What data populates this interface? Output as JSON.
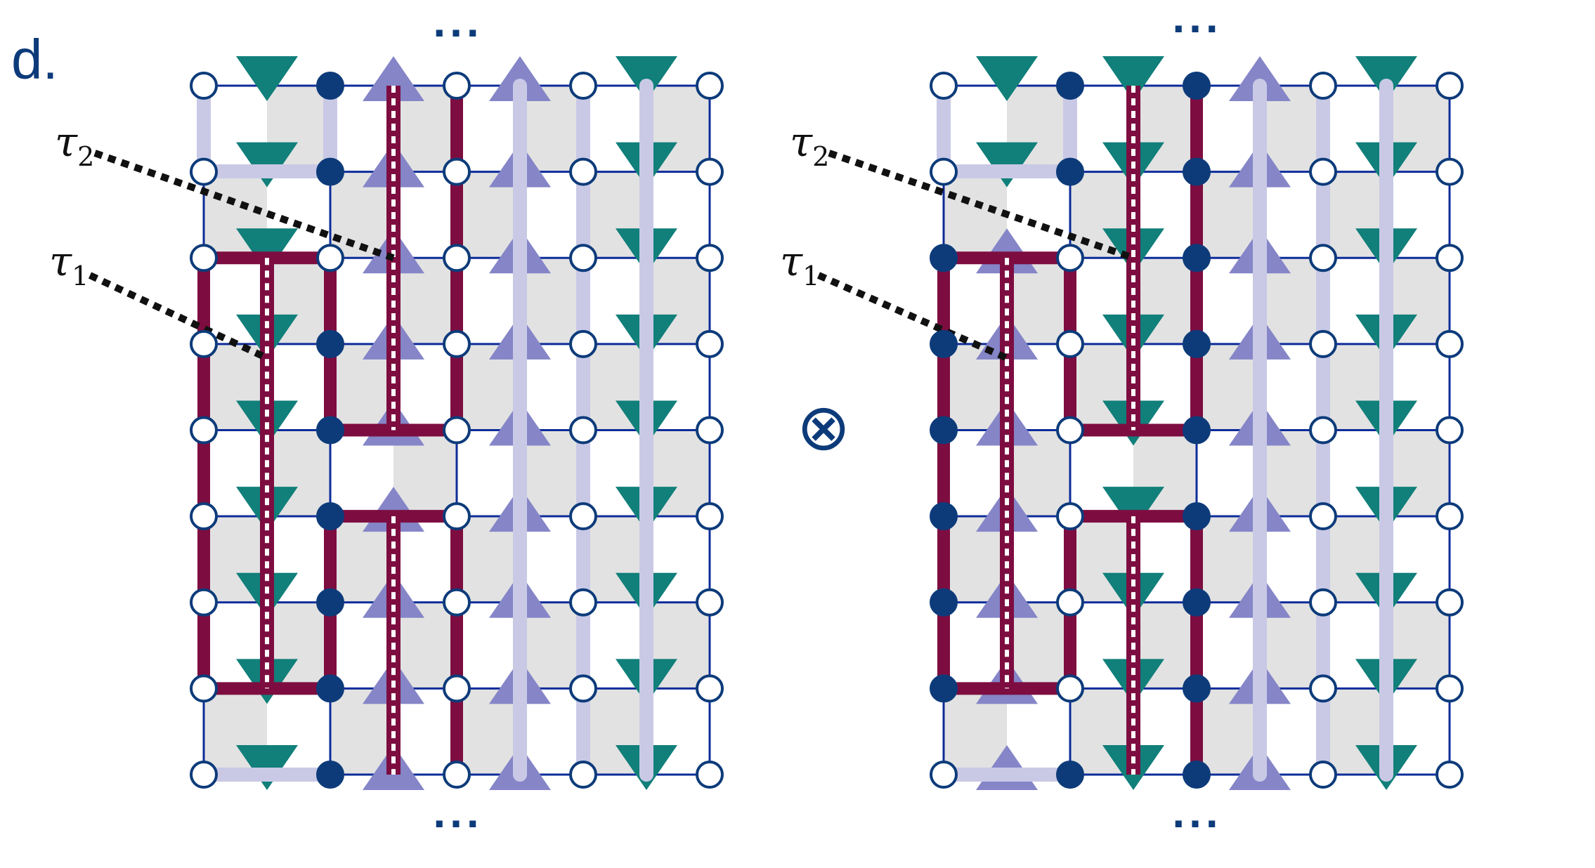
{
  "figure": {
    "panel_label": "d.",
    "operator_symbol": "⊗",
    "ellipsis": "..."
  },
  "colors": {
    "grid_line": "#0d2c9a",
    "shade": "#e2e2e2",
    "open_circle_stroke": "#0d3b7a",
    "filled_circle": "#0d3b7a",
    "down_triangle": "#117f7a",
    "up_triangle": "#8585c8",
    "light_path": "#c9c9e6",
    "dark_path": "#7d0d40",
    "string": "#111111"
  },
  "panels": [
    {
      "id": "left",
      "labels": [
        {
          "name": "tau2-label",
          "symbol": "τ",
          "subscript": "2"
        },
        {
          "name": "tau1-label",
          "symbol": "τ",
          "subscript": "1"
        }
      ]
    },
    {
      "id": "right",
      "labels": [
        {
          "name": "tau2-label",
          "symbol": "τ",
          "subscript": "2"
        },
        {
          "name": "tau1-label",
          "symbol": "τ",
          "subscript": "1"
        }
      ]
    }
  ]
}
